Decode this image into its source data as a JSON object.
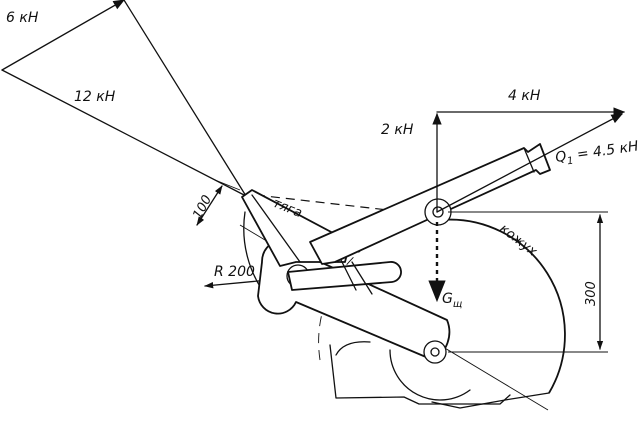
{
  "labels": {
    "force_6kn": "6 кН",
    "force_12kn": "12 кН",
    "force_4kn": "4 кН",
    "force_2kn": "2 кН",
    "force_q1_symbol": "Q",
    "force_q1_sub": "1",
    "force_q1_value": " = 4.5 кН",
    "rod_label": "тяга",
    "guard_label": "кожух",
    "radius_label": "R 200",
    "dim_100": "100",
    "dim_300": "300",
    "weight_symbol": "G",
    "weight_sub": "щ"
  }
}
